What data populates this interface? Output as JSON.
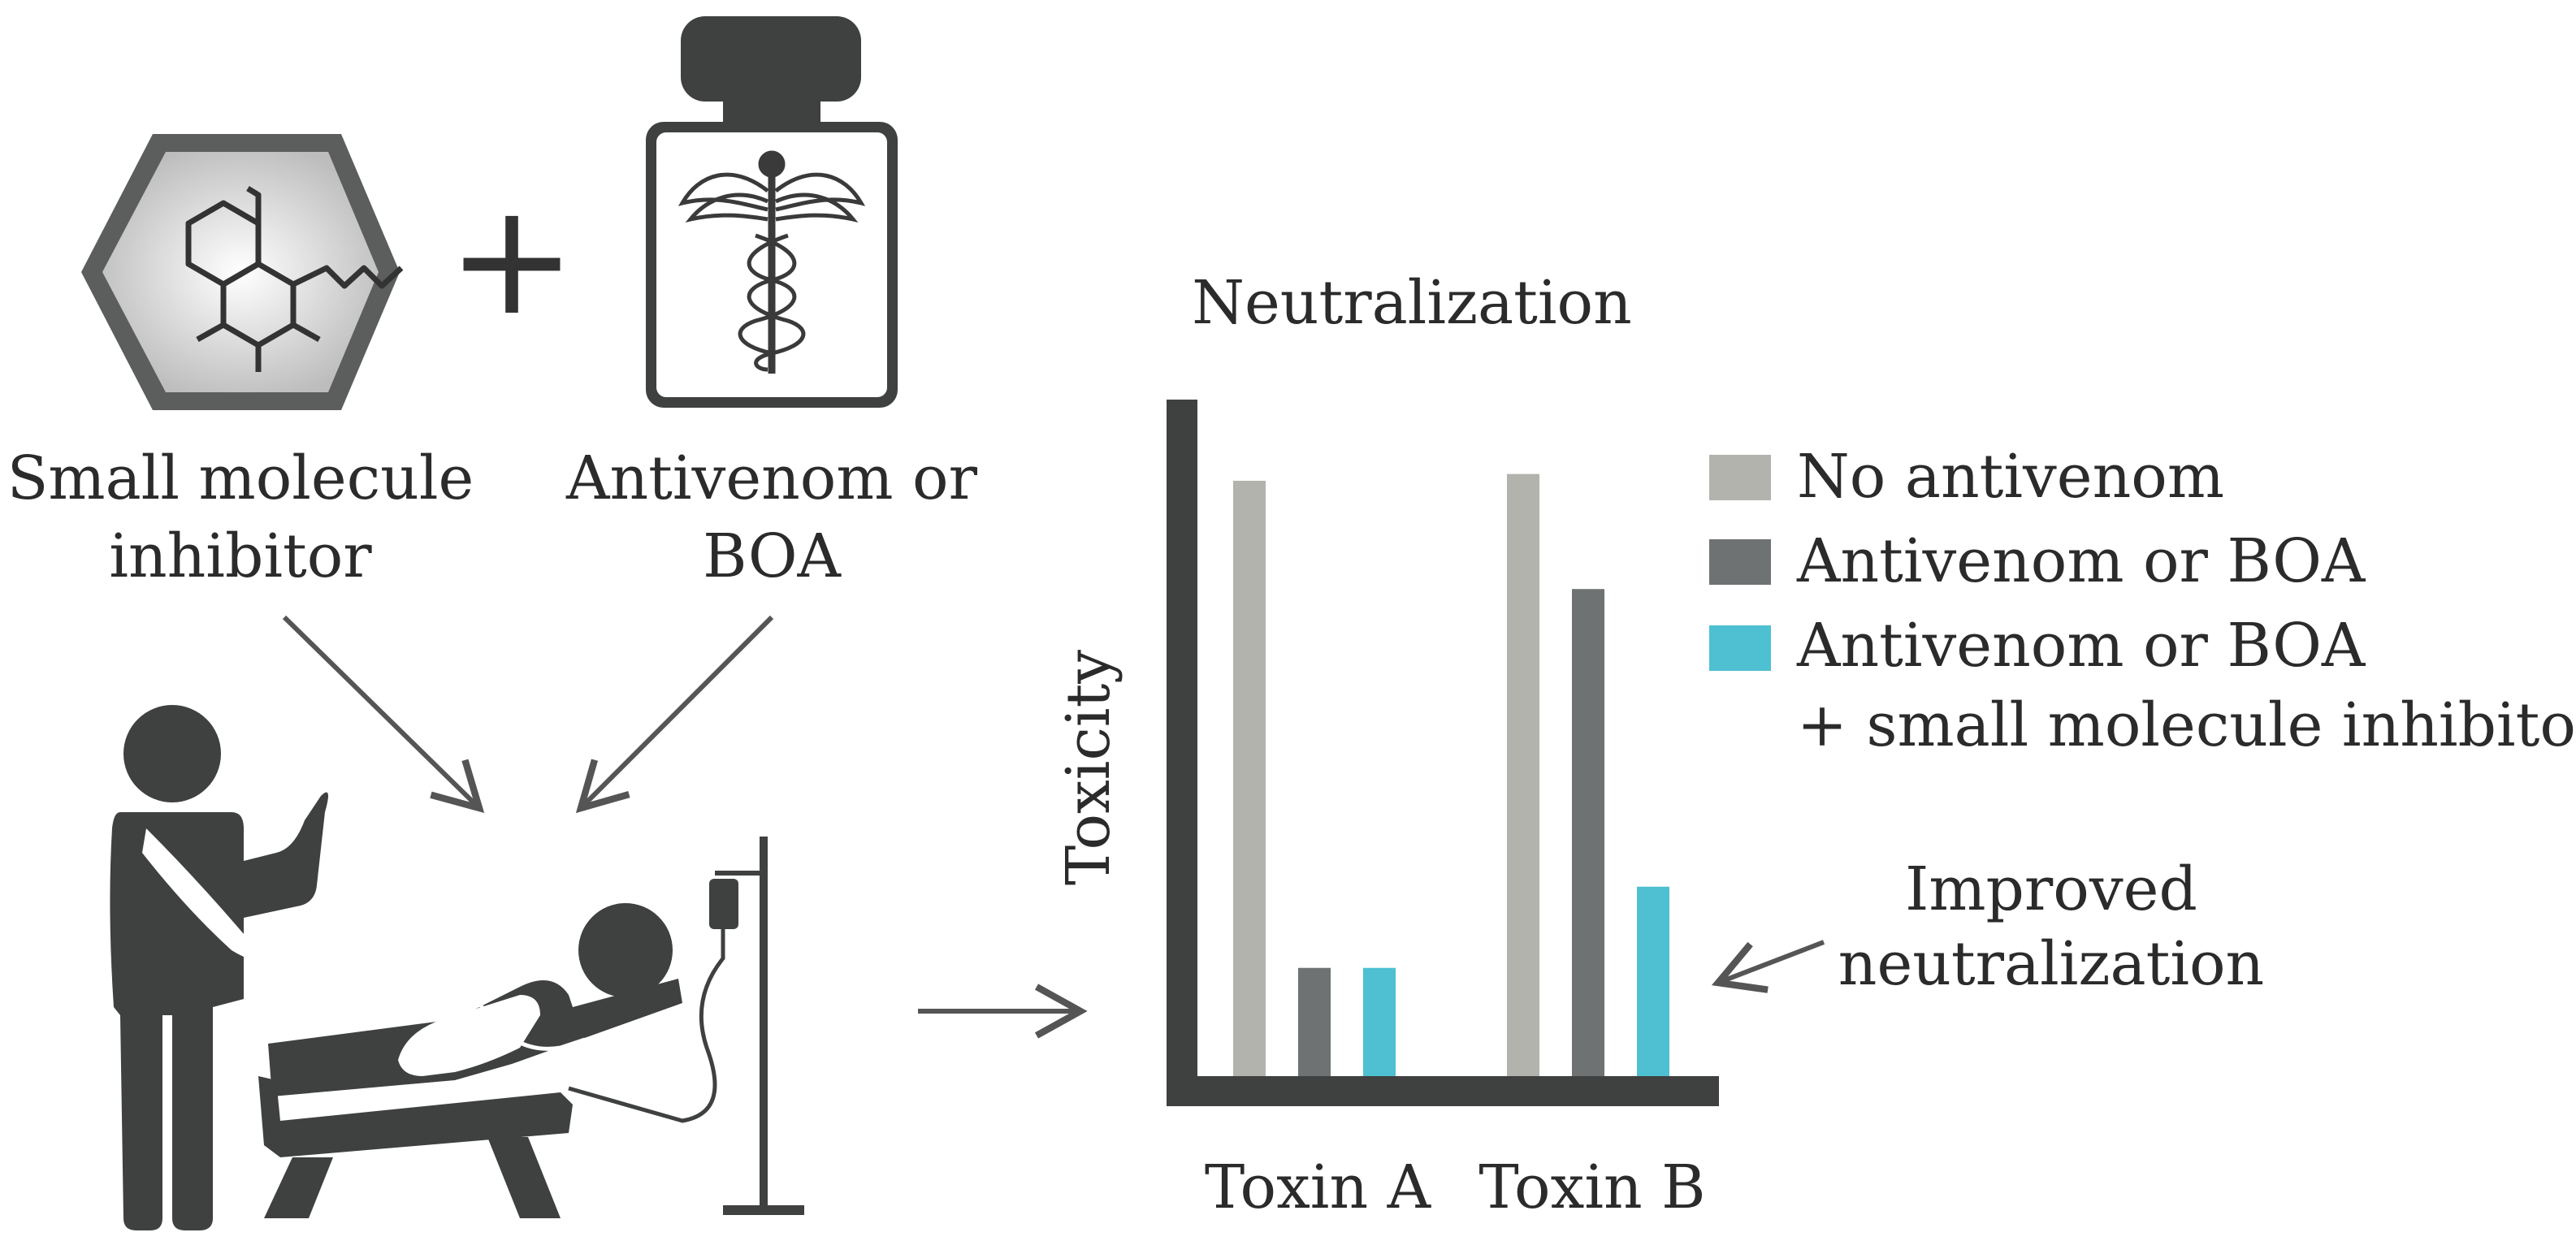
{
  "inputs": {
    "small_molecule_label_line1": "Small molecule",
    "small_molecule_label_line2": "inhibitor",
    "plus_sign": "+",
    "antivenom_label_line1": "Antivenom or",
    "antivenom_label_line2": "BOA"
  },
  "icons": {
    "molecule": "molecule-hexagon-icon",
    "bottle": "antivenom-bottle-icon",
    "caduceus": "caduceus-icon",
    "doctor": "doctor-icon",
    "patient": "patient-recliner-icon",
    "iv_drip": "iv-drip-icon"
  },
  "annotation": {
    "line1": "Improved",
    "line2": "neutralization"
  },
  "chart_data": {
    "type": "bar",
    "title": "Neutralization",
    "ylabel": "Toxicity",
    "xlabel": "",
    "categories": [
      "Toxin A",
      "Toxin B"
    ],
    "ylim": [
      0,
      100
    ],
    "series": [
      {
        "name": "No antivenom",
        "color": "#b3b3ad",
        "values": [
          88,
          89
        ]
      },
      {
        "name": "Antivenom or BOA",
        "color": "#6e7272",
        "values": [
          16,
          72
        ]
      },
      {
        "name": "Antivenom or BOA\n+ small molecule inhibitor",
        "color": "#4ec0d1",
        "values": [
          16,
          28
        ]
      }
    ],
    "legend": {
      "position": "right",
      "entries": [
        {
          "line1": "No antivenom",
          "line2": ""
        },
        {
          "line1": "Antivenom or BOA",
          "line2": ""
        },
        {
          "line1": "Antivenom or BOA",
          "line2": "+ small molecule inhibitor"
        }
      ]
    },
    "grid": false
  }
}
